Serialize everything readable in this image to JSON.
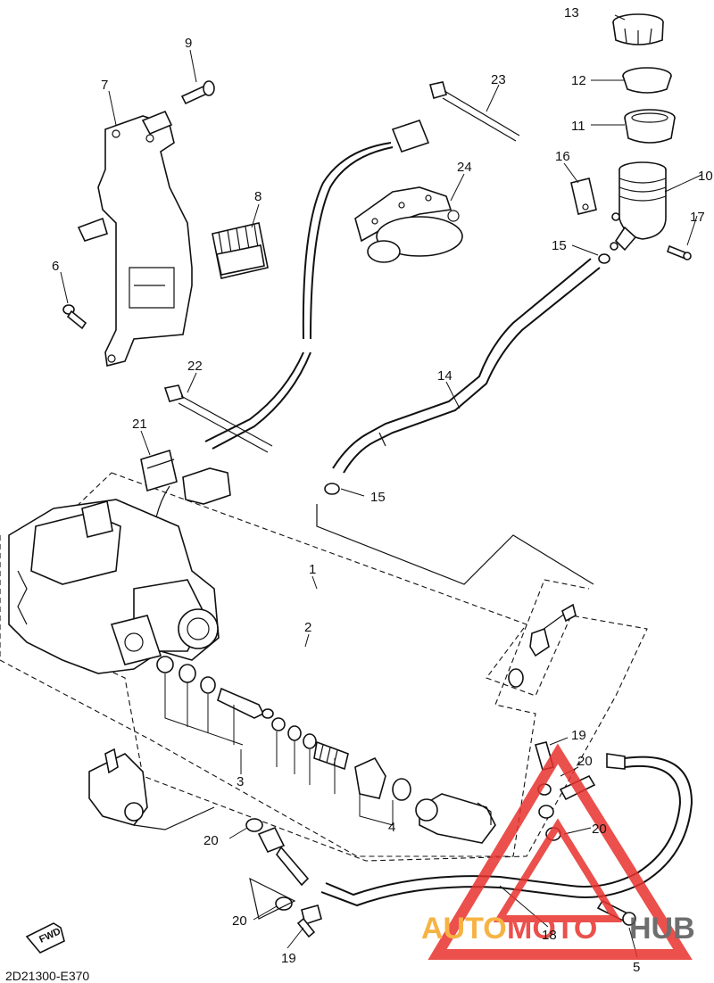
{
  "diagram": {
    "code": "2D21300-E370",
    "fwd_badge": "FWD",
    "watermark": {
      "text_a": "AUTO",
      "text_b": "MOTO",
      "text_c": "HUB",
      "color_orange": "#f5a623",
      "color_red": "#e8322d"
    }
  },
  "callouts": [
    {
      "id": "c13",
      "text": "13"
    },
    {
      "id": "c12",
      "text": "12"
    },
    {
      "id": "c11",
      "text": "11"
    },
    {
      "id": "c10",
      "text": "10"
    },
    {
      "id": "c16",
      "text": "16"
    },
    {
      "id": "c17",
      "text": "17"
    },
    {
      "id": "c15a",
      "text": "15"
    },
    {
      "id": "c23",
      "text": "23"
    },
    {
      "id": "c24",
      "text": "24"
    },
    {
      "id": "c9",
      "text": "9"
    },
    {
      "id": "c7",
      "text": "7"
    },
    {
      "id": "c8",
      "text": "8"
    },
    {
      "id": "c6",
      "text": "6"
    },
    {
      "id": "c22",
      "text": "22"
    },
    {
      "id": "c14",
      "text": "14"
    },
    {
      "id": "c21",
      "text": "21"
    },
    {
      "id": "c15b",
      "text": "15"
    },
    {
      "id": "c1",
      "text": "1"
    },
    {
      "id": "c2",
      "text": "2"
    },
    {
      "id": "c3",
      "text": "3"
    },
    {
      "id": "c4",
      "text": "4"
    },
    {
      "id": "c19a",
      "text": "19"
    },
    {
      "id": "c20a",
      "text": "20"
    },
    {
      "id": "c20b",
      "text": "20"
    },
    {
      "id": "c20c",
      "text": "20"
    },
    {
      "id": "c20d",
      "text": "20"
    },
    {
      "id": "c19b",
      "text": "19"
    },
    {
      "id": "c18",
      "text": "18"
    },
    {
      "id": "c5",
      "text": "5"
    }
  ]
}
